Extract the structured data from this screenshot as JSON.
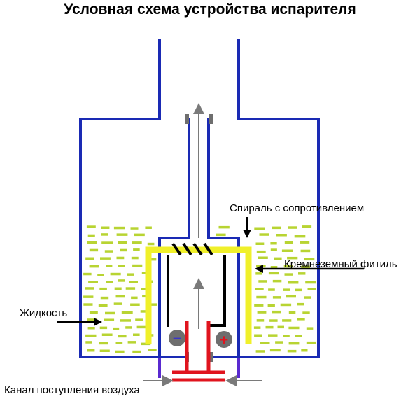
{
  "title": "Условная схема устройства испарителя",
  "labels": {
    "coil": "Спираль с сопротивлением",
    "wick": "Кремнеземный фитиль",
    "liquid": "Жидкость",
    "air_channel": "Канал поступления воздуха"
  },
  "terminals": {
    "negative": "−",
    "positive": "+"
  },
  "colors": {
    "tank": "#1a2ab4",
    "liquid": "#b8d432",
    "wick": "#f0f02a",
    "coil": "#000000",
    "arrow": "#7a7a7a",
    "contact": "#e0141e",
    "terminal": "#6e6e6e",
    "terminal_negative": "#3a35c8",
    "terminal_positive": "#e0141e",
    "pin": "#5a2ad0"
  }
}
